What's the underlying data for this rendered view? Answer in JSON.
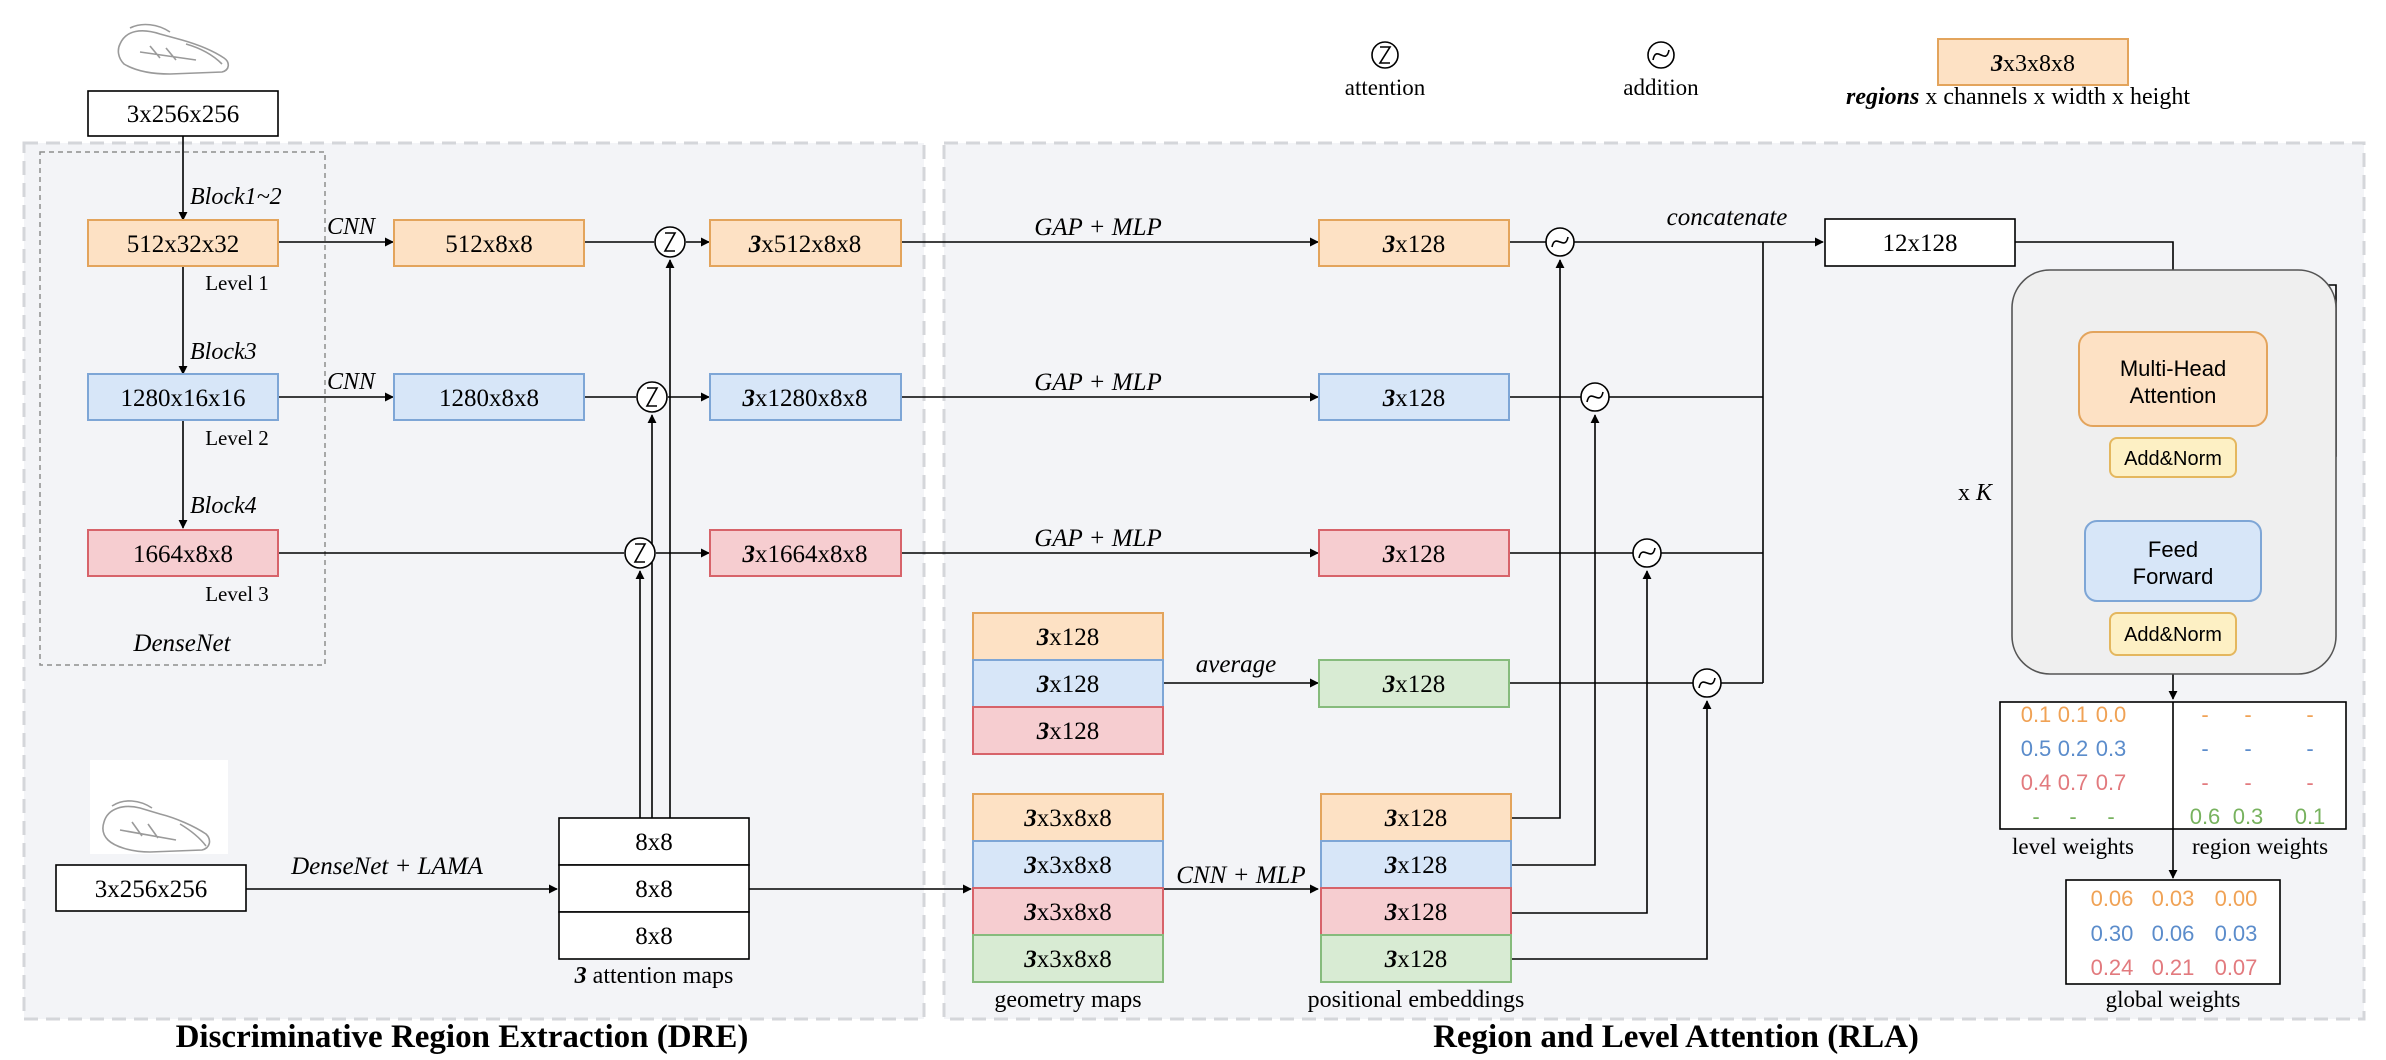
{
  "legend": {
    "attention_label": "attention",
    "addition_label": "addition",
    "example_box_bold": "3",
    "example_box_rest": "x3x8x8",
    "example_caption_bold": "regions",
    "example_caption_rest": " x channels x width x height"
  },
  "dre": {
    "section_title": "Discriminative Region Extraction (DRE)",
    "input_top": "3x256x256",
    "densenet_caption": "DenseNet",
    "blocks": [
      "Block1~2",
      "Block3",
      "Block4"
    ],
    "levels": [
      "Level 1",
      "Level 2",
      "Level 3"
    ],
    "feature_maps": [
      "512x32x32",
      "1280x16x16",
      "1664x8x8"
    ],
    "cnn_labels": [
      "CNN",
      "CNN"
    ],
    "cnn_outputs": [
      "512x8x8",
      "1280x8x8"
    ],
    "attended_outputs": [
      {
        "bold": "3",
        "rest": "x512x8x8"
      },
      {
        "bold": "3",
        "rest": "x1280x8x8"
      },
      {
        "bold": "3",
        "rest": "x1664x8x8"
      }
    ],
    "input_bottom": "3x256x256",
    "lama_label": "DenseNet + LAMA",
    "attention_maps": [
      "8x8",
      "8x8",
      "8x8"
    ],
    "attention_maps_caption_bold": "3",
    "attention_maps_caption_rest": " attention maps"
  },
  "rla": {
    "section_title": "Region and Level Attention (RLA)",
    "gap_labels": [
      "GAP + MLP",
      "GAP + MLP",
      "GAP + MLP"
    ],
    "level_embeddings": [
      {
        "bold": "3",
        "rest": "x128"
      },
      {
        "bold": "3",
        "rest": "x128"
      },
      {
        "bold": "3",
        "rest": "x128"
      }
    ],
    "stack_items": [
      {
        "bold": "3",
        "rest": "x128"
      },
      {
        "bold": "3",
        "rest": "x128"
      },
      {
        "bold": "3",
        "rest": "x128"
      }
    ],
    "average_label": "average",
    "average_output": {
      "bold": "3",
      "rest": "x128"
    },
    "concatenate_label": "concatenate",
    "concat_output": "12x128",
    "geometry_maps": [
      {
        "bold": "3",
        "rest": "x3x8x8"
      },
      {
        "bold": "3",
        "rest": "x3x8x8"
      },
      {
        "bold": "3",
        "rest": "x3x8x8"
      },
      {
        "bold": "3",
        "rest": "x3x8x8"
      }
    ],
    "geometry_caption": "geometry maps",
    "cnn_mlp_label": "CNN + MLP",
    "positional_embeddings": [
      {
        "bold": "3",
        "rest": "x128"
      },
      {
        "bold": "3",
        "rest": "x128"
      },
      {
        "bold": "3",
        "rest": "x128"
      },
      {
        "bold": "3",
        "rest": "x128"
      }
    ],
    "positional_caption": "positional embeddings",
    "transformer": {
      "mha_line1": "Multi-Head",
      "mha_line2": "Attention",
      "add_norm_1": "Add&Norm",
      "ff_line1": "Feed",
      "ff_line2": "Forward",
      "add_norm_2": "Add&Norm",
      "repeat_prefix": "x ",
      "repeat_var": "K"
    },
    "weights_table": {
      "rows": [
        [
          "0.1",
          "0.1",
          "0.0",
          "-",
          "-",
          "-"
        ],
        [
          "0.5",
          "0.2",
          "0.3",
          "-",
          "-",
          "-"
        ],
        [
          "0.4",
          "0.7",
          "0.7",
          "-",
          "-",
          "-"
        ],
        [
          "-",
          "-",
          "-",
          "0.6",
          "0.3",
          "0.1"
        ]
      ],
      "level_caption": "level weights",
      "region_caption": "region weights"
    },
    "global_weights": {
      "rows": [
        [
          "0.06",
          "0.03",
          "0.00"
        ],
        [
          "0.30",
          "0.06",
          "0.03"
        ],
        [
          "0.24",
          "0.21",
          "0.07"
        ]
      ],
      "caption": "global weights"
    }
  },
  "colors": {
    "orange_fill": "#FDE1C4",
    "orange_stroke": "#E3A45C",
    "blue_fill": "#D7E6F8",
    "blue_stroke": "#7EA6D6",
    "red_fill": "#F6CDD0",
    "red_stroke": "#D7636A",
    "green_fill": "#D8EBD3",
    "green_stroke": "#86BB7C",
    "yellow_fill": "#FDF0C4",
    "yellow_stroke": "#E4B75E",
    "weight_orange": "#F0A255",
    "weight_blue": "#5B8CCB",
    "weight_red": "#E27A7E",
    "weight_green": "#77B25E"
  }
}
